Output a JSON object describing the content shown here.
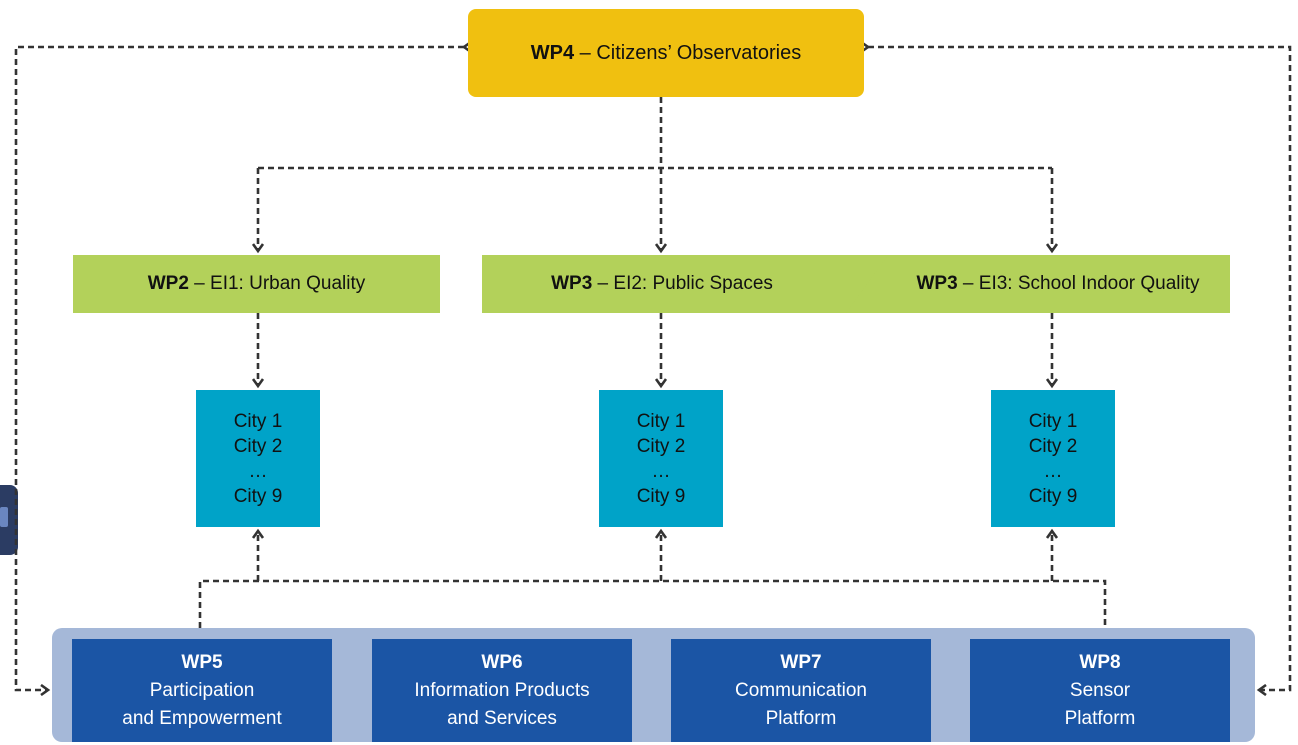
{
  "top": {
    "code": "WP4",
    "sep": " – ",
    "label": "Citizens’ Observatories"
  },
  "experiments": [
    {
      "code": "WP2",
      "sep": " – ",
      "label": "EI1: Urban Quality"
    },
    {
      "code": "WP3",
      "sep": " – ",
      "label": "EI2: Public Spaces"
    },
    {
      "code": "WP3",
      "sep": " – ",
      "label": "EI3: School Indoor Quality"
    }
  ],
  "cities": [
    "City 1",
    "City 2",
    "…",
    "City 9"
  ],
  "platforms": [
    {
      "code": "WP5",
      "line1": "Participation",
      "line2": "and Empowerment"
    },
    {
      "code": "WP6",
      "line1": "Information Products",
      "line2": "and Services"
    },
    {
      "code": "WP7",
      "line1": "Communication",
      "line2": "Platform"
    },
    {
      "code": "WP8",
      "line1": "Sensor",
      "line2": "Platform"
    }
  ],
  "colors": {
    "wp4": "#f0c010",
    "experiment": "#b3d15a",
    "city": "#00a3c8",
    "platform": "#1b55a5",
    "platform_panel": "#a5b8d8",
    "connector": "#333333"
  }
}
